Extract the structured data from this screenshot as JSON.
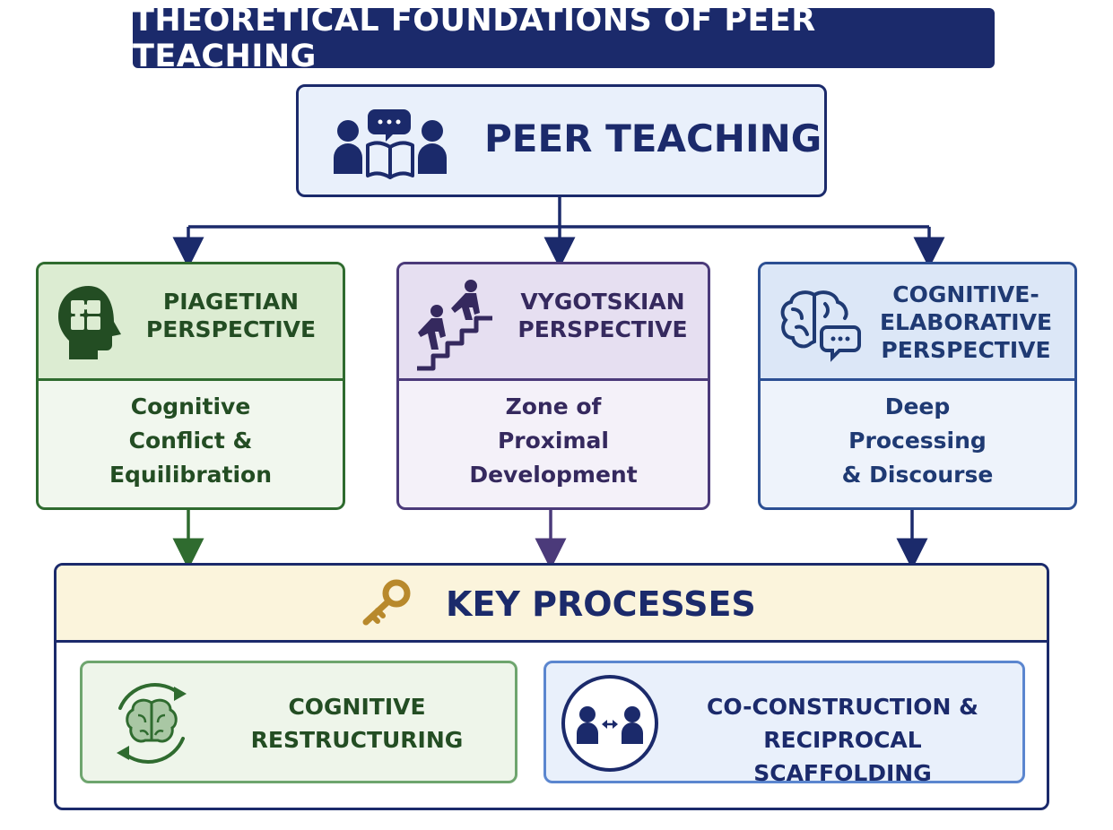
{
  "title": "THEORETICAL FOUNDATIONS OF PEER TEACHING",
  "root": {
    "label": "PEER TEACHING",
    "icon": "peer-reading-icon"
  },
  "perspectives": [
    {
      "title": "PIAGETIAN\nPERSPECTIVE",
      "body": "Cognitive\nConflict &\nEquilibration",
      "icon": "head-puzzle-icon",
      "color": "#2f6b2f"
    },
    {
      "title": "VYGOTSKIAN\nPERSPECTIVE",
      "body": "Zone of\nProximal\nDevelopment",
      "icon": "stairs-climb-icon",
      "color": "#4b3a7a"
    },
    {
      "title": "COGNITIVE-\nELABORATIVE\nPERSPECTIVE",
      "body": "Deep\nProcessing\n& Discourse",
      "icon": "brain-speech-icon",
      "color": "#2c4f93"
    }
  ],
  "key_processes": {
    "label": "KEY PROCESSES",
    "icon": "key-icon",
    "items": [
      {
        "label": "COGNITIVE\nRESTRUCTURING",
        "icon": "brain-cycle-icon"
      },
      {
        "label": "CO-CONSTRUCTION &\nRECIPROCAL SCAFFOLDING",
        "icon": "two-people-exchange-icon"
      }
    ]
  },
  "colors": {
    "navy": "#1b2a6b",
    "green": "#2f6b2f",
    "purple": "#4b3a7a",
    "blue": "#2c4f93",
    "gold": "#b8892c"
  }
}
